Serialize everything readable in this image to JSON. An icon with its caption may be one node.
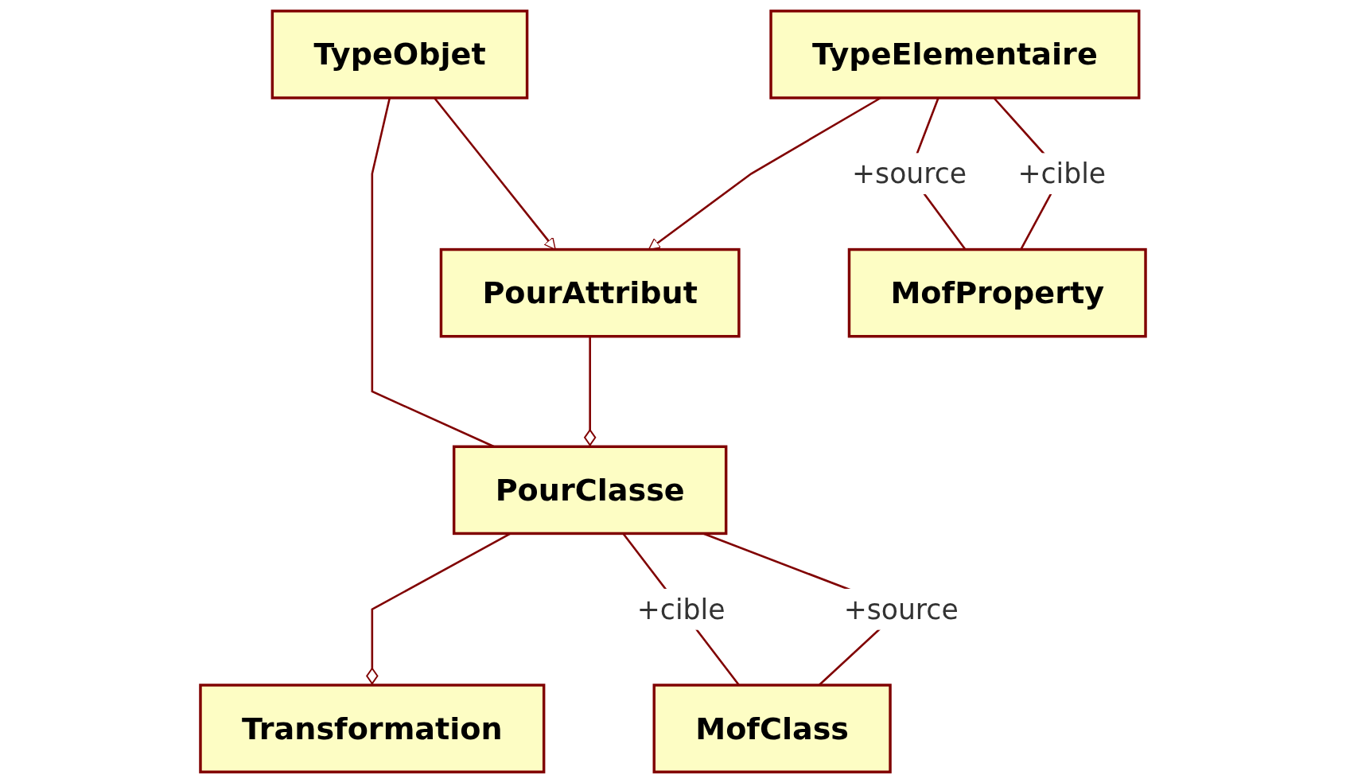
{
  "diagram": {
    "nodes": [
      {
        "text": [
          "Transformation"
        ]
      },
      {
        "text": [
          "PourClasse"
        ]
      },
      {
        "text": [
          "MofClass"
        ]
      },
      {
        "text": [
          "PourAttribut"
        ]
      },
      {
        "text": [
          "TypeObjet"
        ]
      },
      {
        "text": [
          "TypeElementaire"
        ]
      },
      {
        "text": [
          "MofProperty"
        ]
      }
    ],
    "edges": [
      {
        "from": 1,
        "to": 0,
        "arrow": "other"
      },
      {
        "from": 1,
        "to": 2,
        "arrow": "none",
        "label": "+cible"
      },
      {
        "from": 1,
        "to": 2,
        "arrow": "none",
        "label": "+source"
      },
      {
        "from": 3,
        "to": 1,
        "arrow": "other"
      },
      {
        "from": 4,
        "to": 1,
        "arrow": "none"
      },
      {
        "from": 4,
        "to": 3,
        "arrow": "to"
      },
      {
        "from": 5,
        "to": 3,
        "arrow": "to"
      },
      {
        "from": 5,
        "to": 6,
        "arrow": "none",
        "label": "+source"
      },
      {
        "from": 5,
        "to": 6,
        "arrow": "none",
        "label": "+cible"
      }
    ]
  }
}
